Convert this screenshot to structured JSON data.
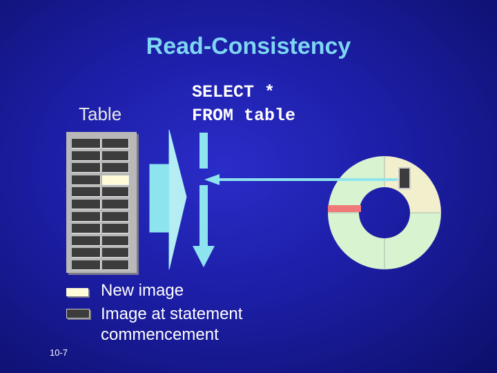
{
  "title": "Read-Consistency",
  "table_label": "Table",
  "sql": {
    "line1": "SELECT *",
    "line2": "FROM table"
  },
  "legend": [
    {
      "label": "New image",
      "color": "#fffbd8"
    },
    {
      "label": "Image at statement commencement",
      "label_line1": "Image at statement",
      "label_line2": "commencement",
      "color": "#3c3c3c"
    }
  ],
  "slide_number": "10-7",
  "colors": {
    "title": "#7fd6f2",
    "arrow": "#8ee4ee",
    "ring_yellow": "#f2efcc",
    "ring_green": "#d8f3d0",
    "ring_marker": "#f07878",
    "new_cell": "#fffbd8"
  },
  "icons": [
    "table-grid-icon",
    "statement-arrow-icon",
    "scan-arrow-icon",
    "rollback-ring-icon"
  ]
}
